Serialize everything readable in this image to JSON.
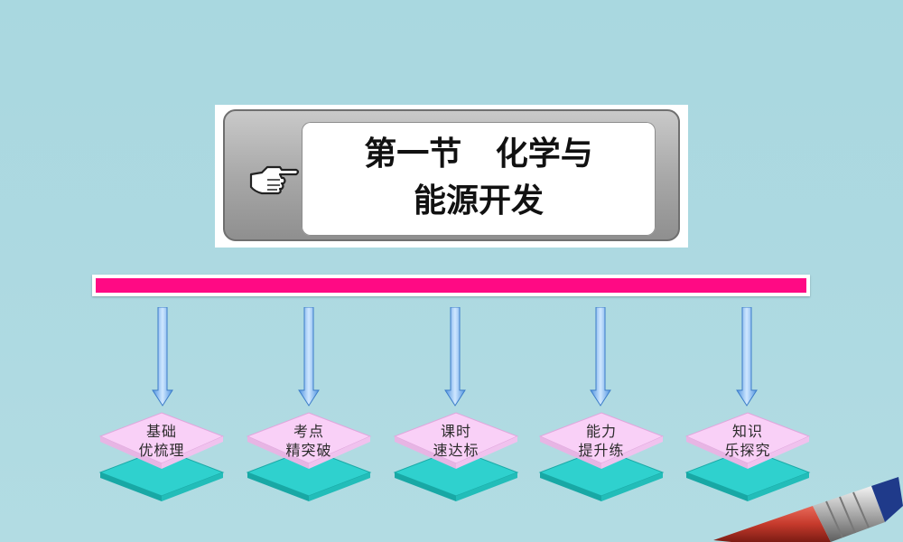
{
  "title": {
    "line1": "第一节   化学与",
    "line2": "能源开发"
  },
  "nodes": [
    {
      "label": "基础\n优梳理"
    },
    {
      "label": "考点\n精突破"
    },
    {
      "label": "课时\n速达标"
    },
    {
      "label": "能力\n提升练"
    },
    {
      "label": "知识\n乐探究"
    }
  ],
  "colors": {
    "bar": "#ff0a84",
    "arrow": "#7fb7f0",
    "node_top": "#f7c8f5",
    "node_bottom": "#35d6d2",
    "background": "#add9e1"
  },
  "icons": [
    "pointing-hand-icon",
    "pencil-icon"
  ]
}
